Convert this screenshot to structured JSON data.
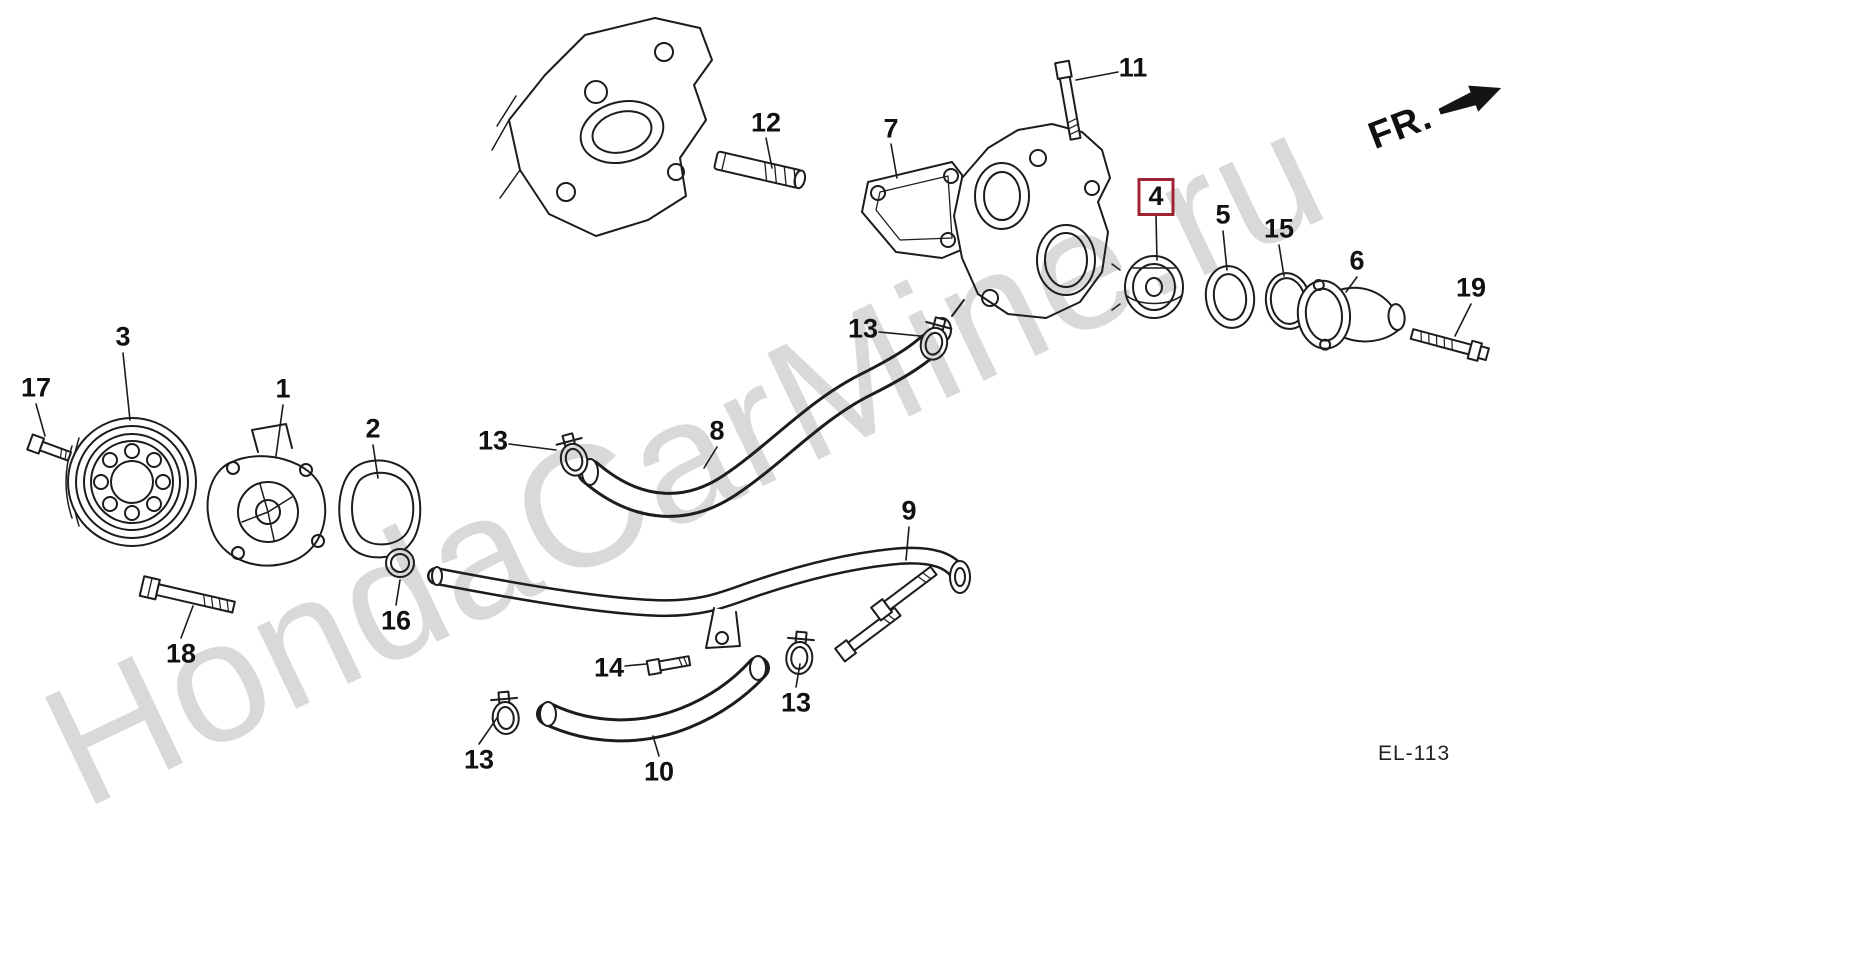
{
  "page": {
    "background_color": "#ffffff",
    "watermark_text": "HondaCarMine.ru",
    "direction_indicator": "FR.",
    "page_code": "EL-113",
    "highlight_color": "#9e2333",
    "line_color": "#1c1c1c"
  },
  "diagram": {
    "name": "water-pump-and-thermostat-exploded-parts-diagram",
    "callouts": [
      {
        "part": "11",
        "text": "11",
        "highlighted": false
      },
      {
        "part": "12",
        "text": "12",
        "highlighted": false
      },
      {
        "part": "7",
        "text": "7",
        "highlighted": false
      },
      {
        "part": "4",
        "text": "4",
        "highlighted": true
      },
      {
        "part": "5",
        "text": "5",
        "highlighted": false
      },
      {
        "part": "15",
        "text": "15",
        "highlighted": false
      },
      {
        "part": "6",
        "text": "6",
        "highlighted": false
      },
      {
        "part": "19",
        "text": "19",
        "highlighted": false
      },
      {
        "part": "3",
        "text": "3",
        "highlighted": false
      },
      {
        "part": "17",
        "text": "17",
        "highlighted": false
      },
      {
        "part": "1",
        "text": "1",
        "highlighted": false
      },
      {
        "part": "2",
        "text": "2",
        "highlighted": false
      },
      {
        "part": "13",
        "text": "13",
        "highlighted": false
      },
      {
        "part": "13",
        "text": "13",
        "highlighted": false
      },
      {
        "part": "8",
        "text": "8",
        "highlighted": false
      },
      {
        "part": "9",
        "text": "9",
        "highlighted": false
      },
      {
        "part": "16",
        "text": "16",
        "highlighted": false
      },
      {
        "part": "18",
        "text": "18",
        "highlighted": false
      },
      {
        "part": "14",
        "text": "14",
        "highlighted": false
      },
      {
        "part": "13",
        "text": "13",
        "highlighted": false
      },
      {
        "part": "13",
        "text": "13",
        "highlighted": false
      },
      {
        "part": "10",
        "text": "10",
        "highlighted": false
      }
    ]
  }
}
